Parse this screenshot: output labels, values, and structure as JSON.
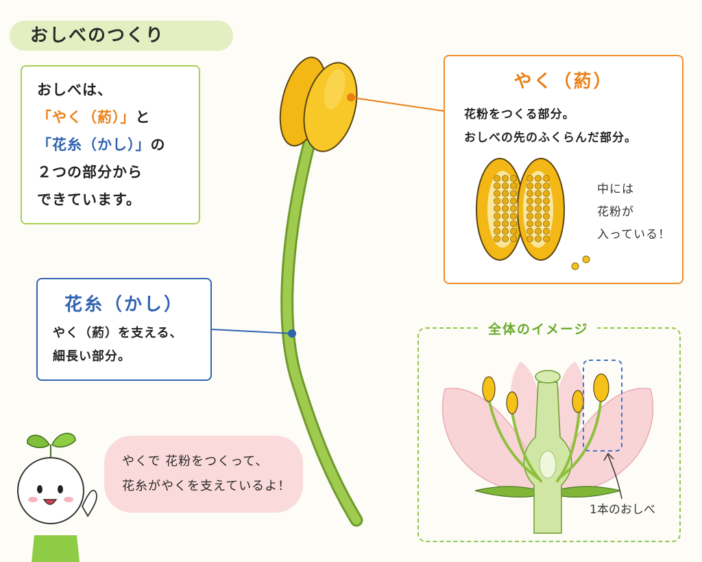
{
  "title": "おしべのつくり",
  "intro": {
    "line1": "おしべは、",
    "line2_term": "「やく（葯）」",
    "line2_rest": "と",
    "line3_term": "「花糸（かし）」",
    "line3_rest": "の",
    "line4": "２つの部分から",
    "line5": "できています。"
  },
  "anther": {
    "title": "やく（葯）",
    "desc1": "花粉をつくる部分。",
    "desc2": "おしべの先のふくらんだ部分。",
    "note1": "中には",
    "note2": "花粉が",
    "note3": "入っている！"
  },
  "filament": {
    "title": "花糸（かし）",
    "desc1": "やく（葯）を支える、",
    "desc2": "細長い部分。"
  },
  "speech": {
    "line1": "やくで 花粉をつくって、",
    "line2": "花糸がやくを支えているよ！"
  },
  "overview": {
    "title": "全体のイメージ",
    "label": "1本のおしべ"
  },
  "colors": {
    "anther_accent": "#ea7f14",
    "filament_accent": "#2f62b0",
    "title_band": "#e4efc1",
    "intro_border": "#a9cf55",
    "speech_bubble": "#fadada",
    "petal_pink": "#f8d4d6",
    "stem_green": "#8fbf3f",
    "anther_yellow": "#f6c21a"
  }
}
